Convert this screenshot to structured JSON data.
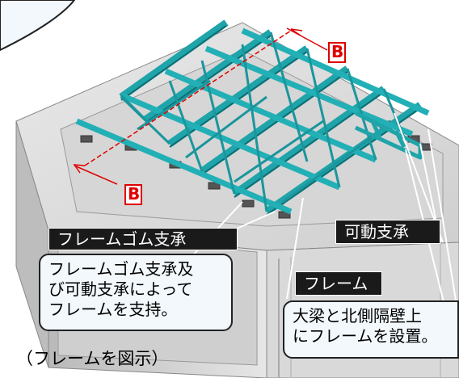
{
  "labels": {
    "section_mark": "B",
    "rubber_bearing": "フレームゴム支承",
    "movable_bearing": "可動支承",
    "frame": "フレーム"
  },
  "callouts": {
    "support_note": "フレームゴム支承及\nび可動支承によって\nフレームを支持。",
    "install_note": "大梁と北側隔壁上\nにフレームを設置。"
  },
  "caption": "（フレームを図示）",
  "colors": {
    "frame": "#1fa4aa",
    "frame_dark": "#0d6e74",
    "concrete": "#e3e3e3",
    "concrete_dark": "#a9a9a9",
    "label_bg": "#1a1a1a",
    "accent_red": "#e00000"
  }
}
